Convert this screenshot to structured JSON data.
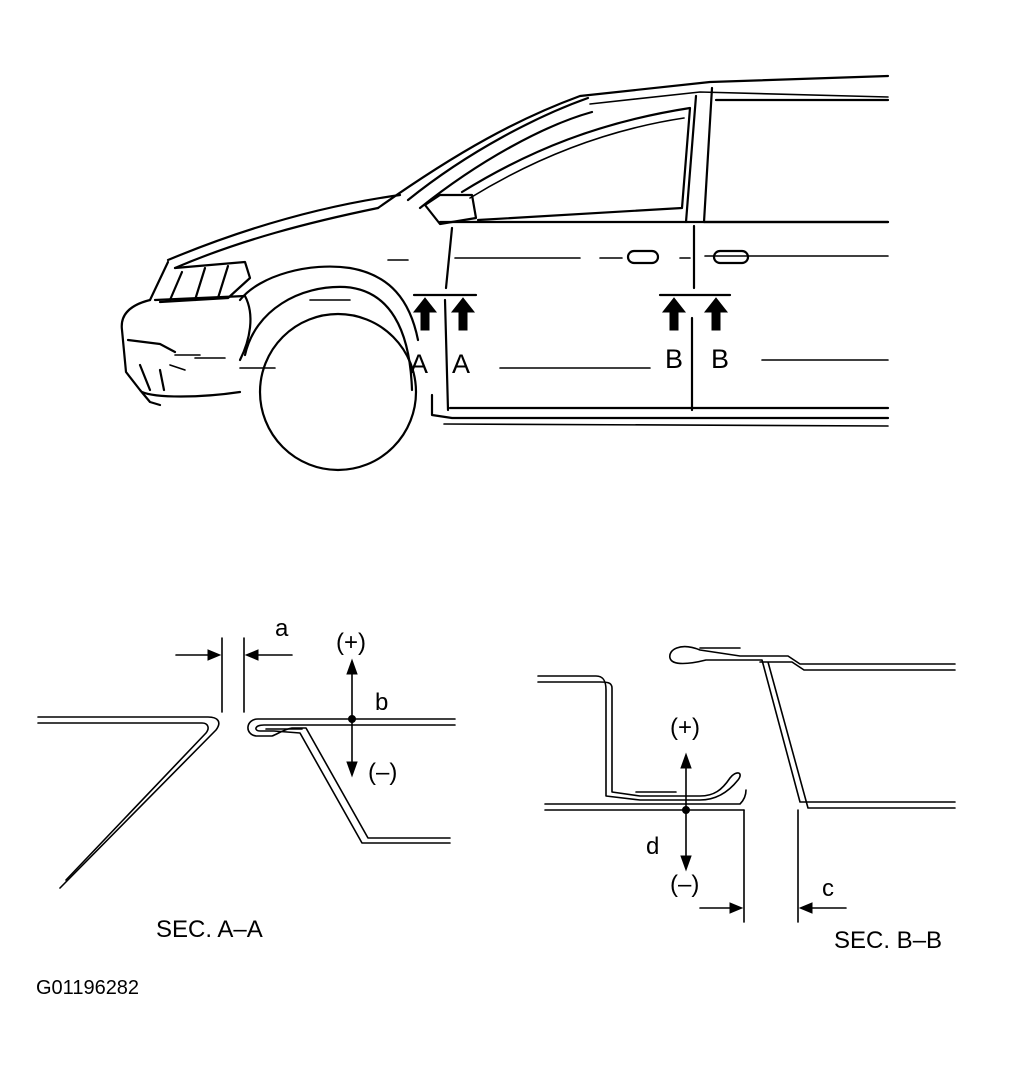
{
  "car_view": {
    "section_markers": [
      {
        "id": "a-left",
        "label": "A"
      },
      {
        "id": "a-right",
        "label": "A"
      },
      {
        "id": "b-left",
        "label": "B"
      },
      {
        "id": "b-right",
        "label": "B"
      }
    ]
  },
  "section_a": {
    "title": "SEC. A–A",
    "gap_label": "a",
    "flush_label": "b",
    "plus_label": "(+)",
    "minus_label": "(–)"
  },
  "section_b": {
    "title": "SEC. B–B",
    "gap_label": "c",
    "flush_label": "d",
    "plus_label": "(+)",
    "minus_label": "(–)"
  },
  "figure_code": "G01196282"
}
